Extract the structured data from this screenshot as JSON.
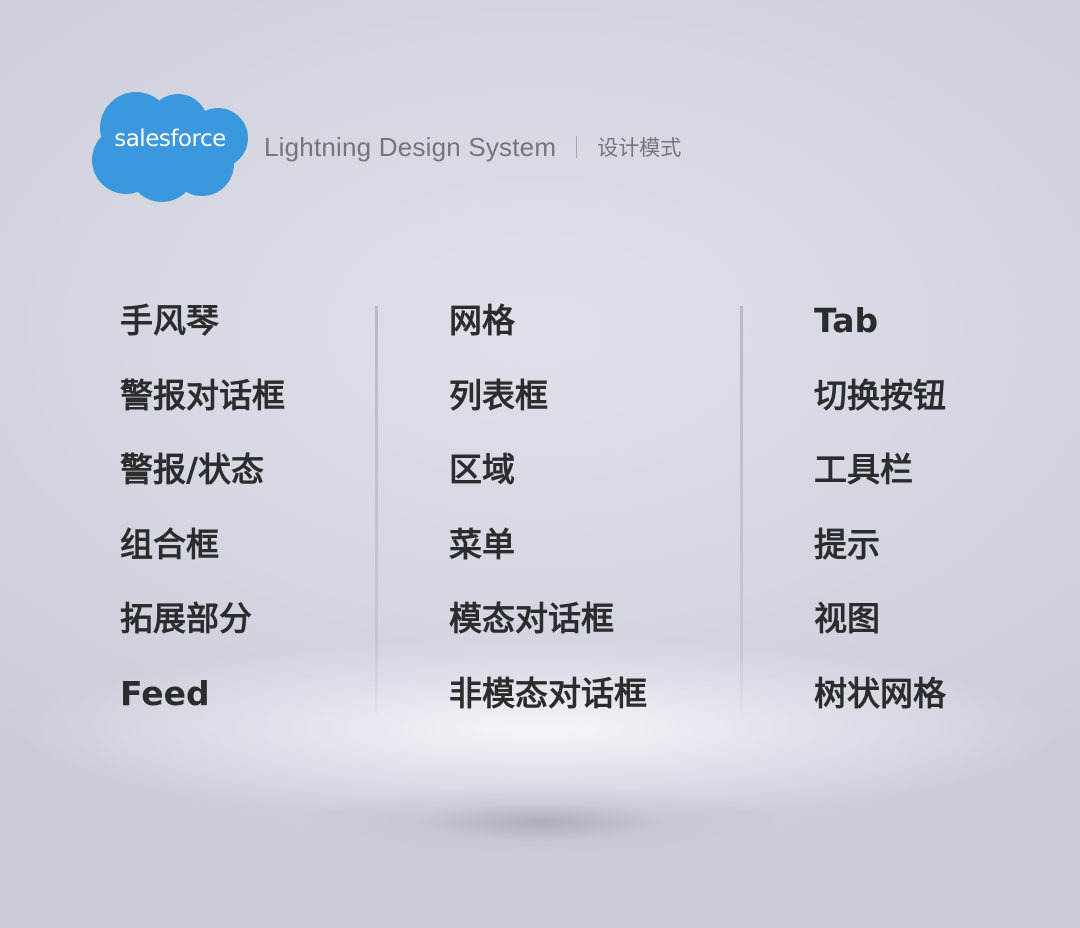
{
  "header": {
    "logo_text": "salesforce",
    "system_name": "Lightning Design System",
    "subtitle": "设计模式"
  },
  "colors": {
    "logo_cloud": "#3b97de",
    "item_text": "#2c2c2e",
    "header_text": "#75767c"
  },
  "columns": [
    {
      "items": [
        "手风琴",
        "警报对话框",
        "警报/状态",
        "组合框",
        "拓展部分",
        "Feed"
      ]
    },
    {
      "items": [
        "网格",
        "列表框",
        "区域",
        "菜单",
        "模态对话框",
        "非模态对话框"
      ]
    },
    {
      "items": [
        "Tab",
        "切换按钮",
        "工具栏",
        "提示",
        "视图",
        "树状网格"
      ]
    }
  ]
}
